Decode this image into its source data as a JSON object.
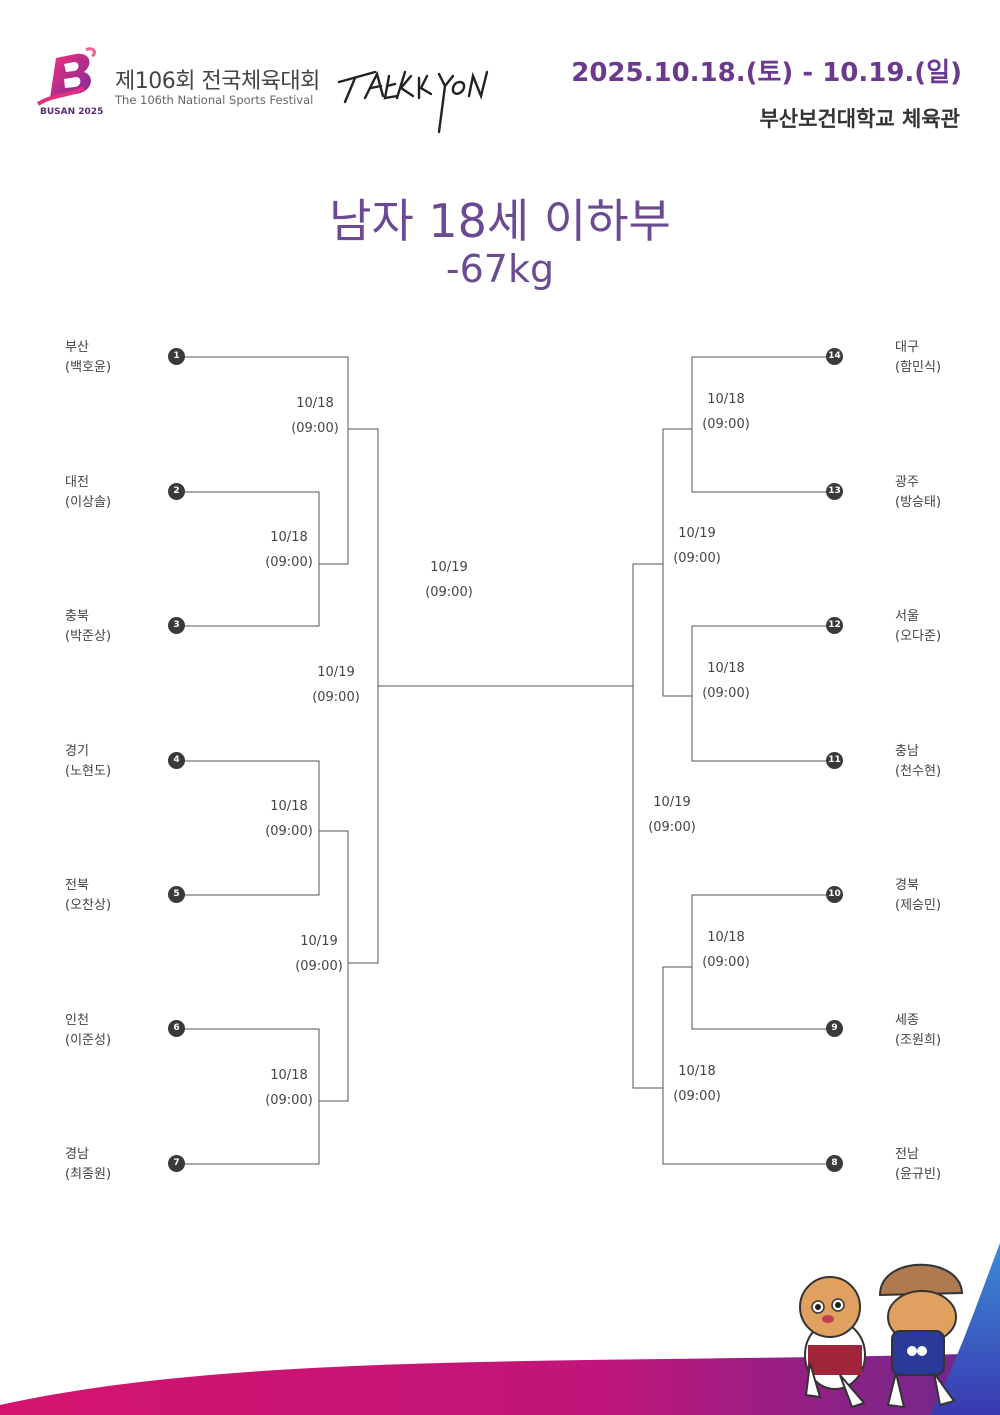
{
  "header": {
    "logo_year": "BUSAN 2025",
    "festival_ko": "제106회 전국체육대회",
    "festival_en": "The 106th National Sports Festival",
    "event_date": "2025.10.18.(토) - 10.19.(일)",
    "venue": "부산보건대학교 체육관"
  },
  "title": {
    "division": "남자 18세 이하부",
    "weight": "-67kg"
  },
  "left_players": [
    {
      "seed": "1",
      "region": "부산",
      "name": "(백호윤)"
    },
    {
      "seed": "2",
      "region": "대전",
      "name": "(이상솔)"
    },
    {
      "seed": "3",
      "region": "충북",
      "name": "(박준상)"
    },
    {
      "seed": "4",
      "region": "경기",
      "name": "(노현도)"
    },
    {
      "seed": "5",
      "region": "전북",
      "name": "(오찬상)"
    },
    {
      "seed": "6",
      "region": "인천",
      "name": "(이준성)"
    },
    {
      "seed": "7",
      "region": "경남",
      "name": "(최종원)"
    }
  ],
  "right_players": [
    {
      "seed": "14",
      "region": "대구",
      "name": "(함민식)"
    },
    {
      "seed": "13",
      "region": "광주",
      "name": "(방승태)"
    },
    {
      "seed": "12",
      "region": "서울",
      "name": "(오다준)"
    },
    {
      "seed": "11",
      "region": "충남",
      "name": "(천수현)"
    },
    {
      "seed": "10",
      "region": "경북",
      "name": "(제승민)"
    },
    {
      "seed": "9",
      "region": "세종",
      "name": "(조원희)"
    },
    {
      "seed": "8",
      "region": "전남",
      "name": "(윤규빈)"
    }
  ],
  "matches": {
    "l1": {
      "date": "10/18",
      "time": "(09:00)"
    },
    "l2": {
      "date": "10/18",
      "time": "(09:00)"
    },
    "l3": {
      "date": "10/19",
      "time": "(09:00)"
    },
    "l4": {
      "date": "10/18",
      "time": "(09:00)"
    },
    "l5": {
      "date": "10/19",
      "time": "(09:00)"
    },
    "l6": {
      "date": "10/18",
      "time": "(09:00)"
    },
    "final": {
      "date": "10/19",
      "time": "(09:00)"
    },
    "r1": {
      "date": "10/18",
      "time": "(09:00)"
    },
    "r2": {
      "date": "10/19",
      "time": "(09:00)"
    },
    "r3": {
      "date": "10/18",
      "time": "(09:00)"
    },
    "r4": {
      "date": "10/19",
      "time": "(09:00)"
    },
    "r5": {
      "date": "10/18",
      "time": "(09:00)"
    },
    "r6": {
      "date": "10/18",
      "time": "(09:00)"
    }
  },
  "colors": {
    "title": "#6b4a92",
    "date": "#6b3a8e",
    "line": "#555555",
    "footer_pink": "#d4146e",
    "footer_blue": "#3a5bd6"
  }
}
